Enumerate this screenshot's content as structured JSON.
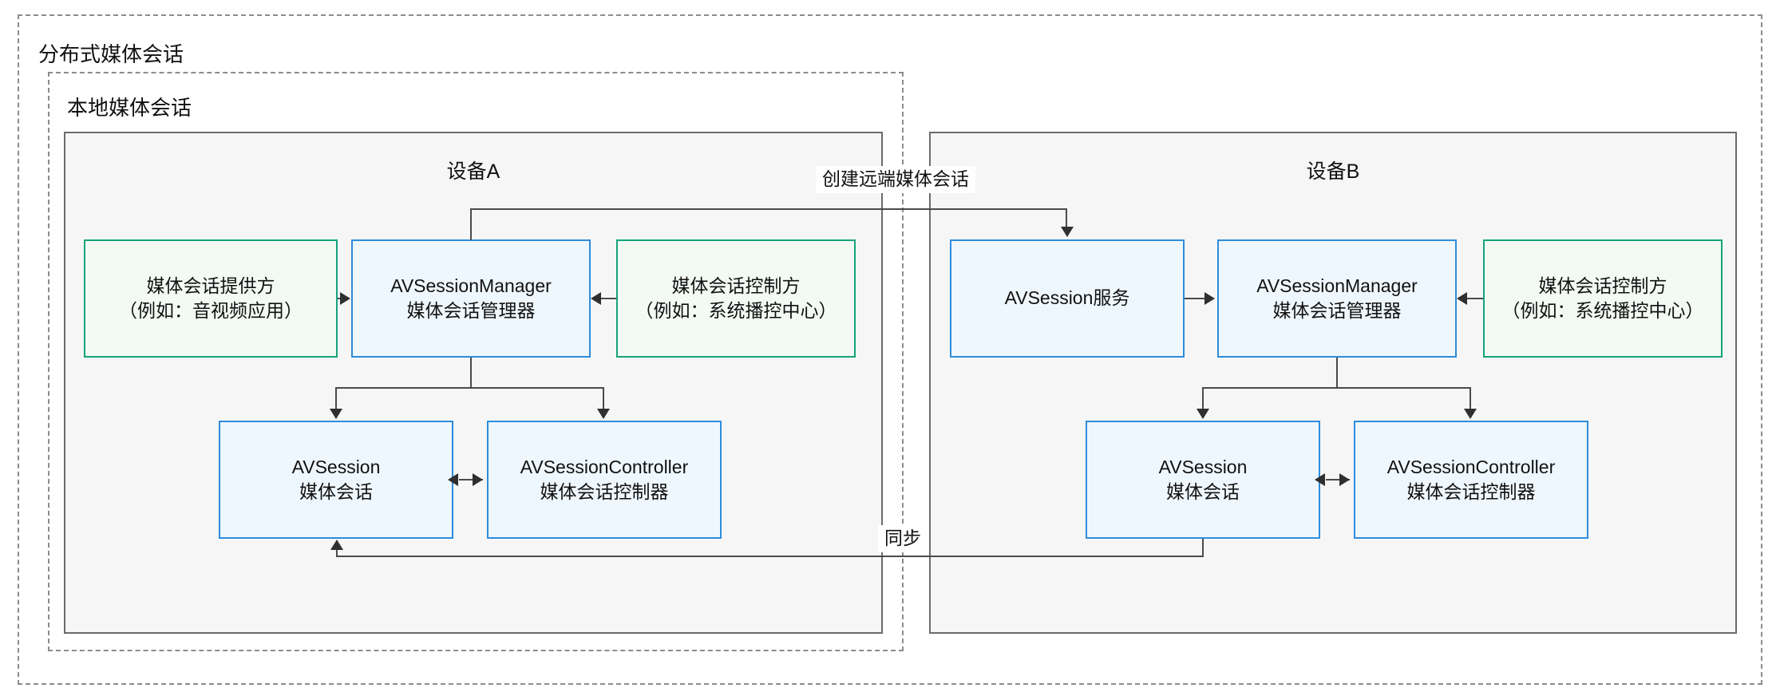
{
  "diagram": {
    "outer_container_label": "分布式媒体会话",
    "inner_container_label": "本地媒体会话",
    "colors": {
      "blue_border": "#2d8cdb",
      "blue_fill": "#eff7fe",
      "green_border": "#13a37a",
      "green_fill": "#f3faf4",
      "panel_border": "#6b6b6b",
      "panel_fill": "#f6f6f6",
      "dashed_border": "#8c8c8c",
      "connector": "#4a4a4a"
    },
    "devices": [
      {
        "title": "设备A",
        "nodes": {
          "provider": {
            "line1": "媒体会话提供方",
            "line2": "（例如：音视频应用）"
          },
          "manager": {
            "line1": "AVSessionManager",
            "line2": "媒体会话管理器"
          },
          "controller_party": {
            "line1": "媒体会话控制方",
            "line2": "（例如：系统播控中心）"
          },
          "session": {
            "line1": "AVSession",
            "line2": "媒体会话"
          },
          "session_controller": {
            "line1": "AVSessionController",
            "line2": "媒体会话控制器"
          }
        }
      },
      {
        "title": "设备B",
        "nodes": {
          "service": {
            "line1": "AVSession服务",
            "line2": ""
          },
          "manager": {
            "line1": "AVSessionManager",
            "line2": "媒体会话管理器"
          },
          "controller_party": {
            "line1": "媒体会话控制方",
            "line2": "（例如：系统播控中心）"
          },
          "session": {
            "line1": "AVSession",
            "line2": "媒体会话"
          },
          "session_controller": {
            "line1": "AVSessionController",
            "line2": "媒体会话控制器"
          }
        }
      }
    ],
    "edge_labels": {
      "create_remote_session": "创建远端媒体会话",
      "sync": "同步"
    }
  }
}
